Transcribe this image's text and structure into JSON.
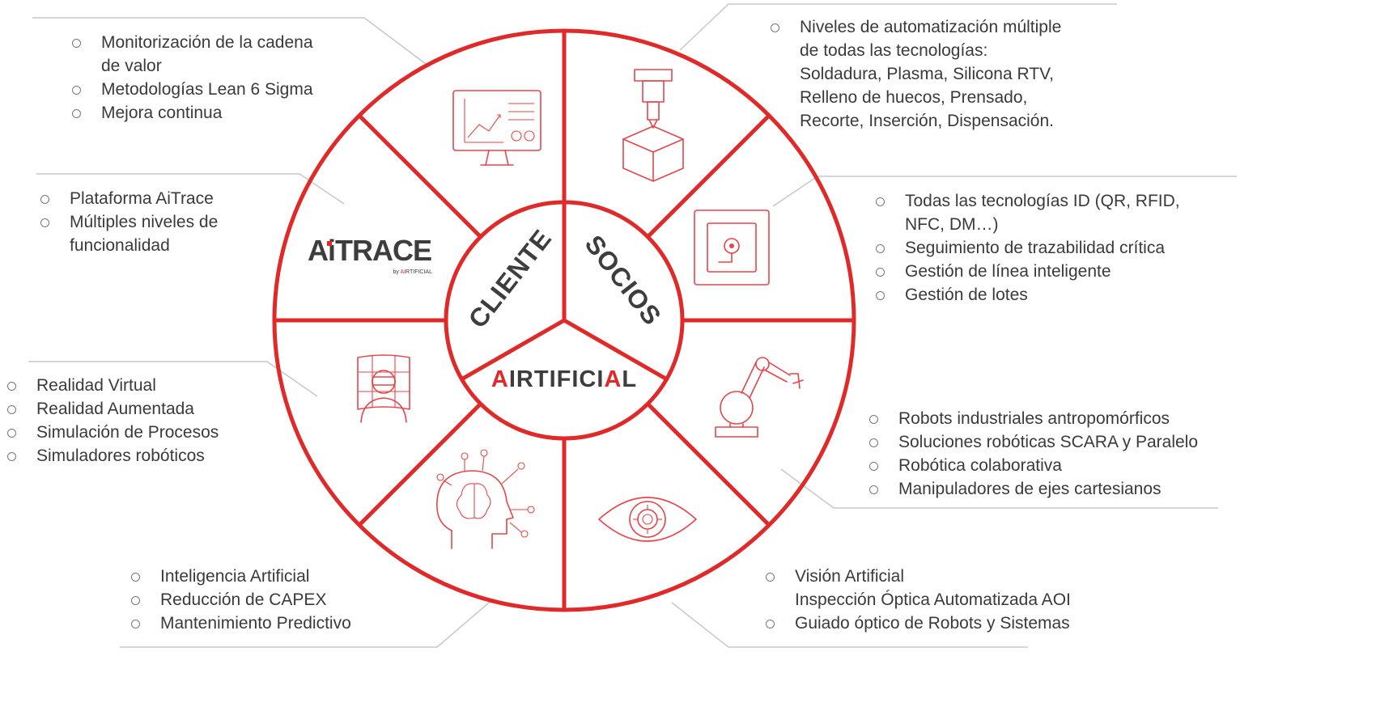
{
  "hub": {
    "cliente": "CLIENTE",
    "socios": "SOCIOS",
    "brand_a": "A",
    "brand_rest": "IRTIFICI",
    "brand_a2": "A",
    "brand_l": "L"
  },
  "aitrace_logo": {
    "main_a": "A",
    "main_rest": "iTRACE",
    "sub_by": "by ",
    "sub_a": "A",
    "sub_rest": "IRTIFICIAL"
  },
  "blocks": {
    "top_left": [
      {
        "lines": [
          "Monitorización de la cadena",
          "de valor"
        ]
      },
      {
        "lines": [
          "Metodologías Lean 6 Sigma"
        ]
      },
      {
        "lines": [
          "Mejora continua"
        ]
      }
    ],
    "top_right": [
      {
        "lines": [
          "Niveles de automatización múltiple",
          "de todas las tecnologías:",
          "Soldadura, Plasma, Silicona RTV,",
          "Relleno de huecos, Prensado,",
          "Recorte, Inserción, Dispensación."
        ]
      }
    ],
    "left_upper": [
      {
        "lines": [
          "Plataforma AiTrace"
        ]
      },
      {
        "lines": [
          "Múltiples niveles de",
          "funcionalidad"
        ]
      }
    ],
    "right_upper": [
      {
        "lines": [
          "Todas las tecnologías ID (QR, RFID,",
          "NFC, DM…)"
        ]
      },
      {
        "lines": [
          "Seguimiento de trazabilidad crítica"
        ]
      },
      {
        "lines": [
          "Gestión de línea inteligente"
        ]
      },
      {
        "lines": [
          "Gestión de lotes"
        ]
      }
    ],
    "left_lower": [
      {
        "lines": [
          "Realidad Virtual"
        ]
      },
      {
        "lines": [
          "Realidad Aumentada"
        ]
      },
      {
        "lines": [
          "Simulación de Procesos"
        ]
      },
      {
        "lines": [
          "Simuladores robóticos"
        ]
      }
    ],
    "right_lower": [
      {
        "lines": [
          "Robots industriales antropomórficos"
        ]
      },
      {
        "lines": [
          "Soluciones robóticas SCARA y Paralelo"
        ]
      },
      {
        "lines": [
          "Robótica colaborativa"
        ]
      },
      {
        "lines": [
          "Manipuladores de ejes cartesianos"
        ]
      }
    ],
    "bottom_left": [
      {
        "lines": [
          "Inteligencia Artificial"
        ]
      },
      {
        "lines": [
          "Reducción de CAPEX"
        ]
      },
      {
        "lines": [
          "Mantenimiento Predictivo"
        ]
      }
    ],
    "bottom_right": [
      {
        "lines": [
          "Visión Artificial",
          "Inspección Óptica Automatizada AOI"
        ]
      },
      {
        "lines": [
          "Guiado óptico de Robots y Sistemas"
        ]
      }
    ]
  },
  "icons": [
    "monitor-chart-icon",
    "dispenser-machine-icon",
    "rfid-tag-icon",
    "robot-arm-icon",
    "eye-gear-icon",
    "brain-circuit-icon",
    "vr-user-icon"
  ],
  "colors": {
    "accent": "#e02a2a",
    "text": "#3a3a3a",
    "leader": "#c8c8c8"
  }
}
